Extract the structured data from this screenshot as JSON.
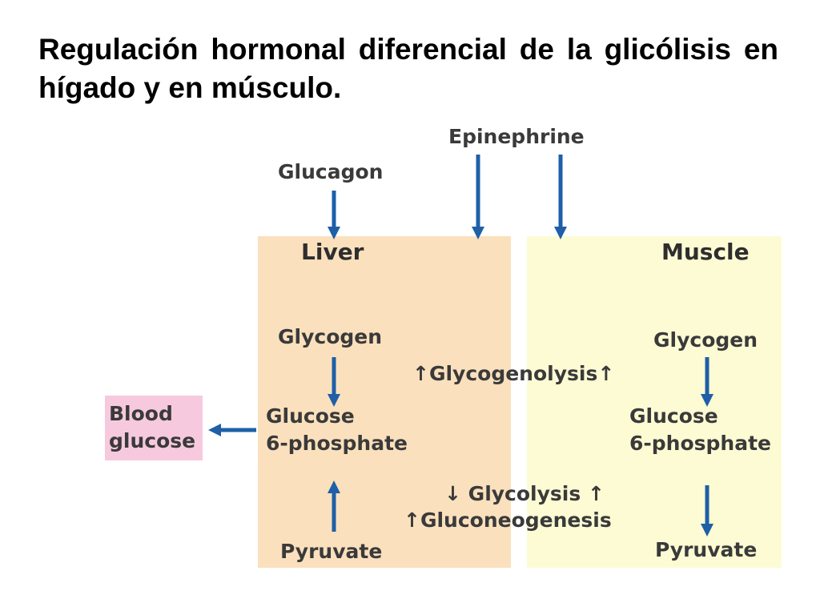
{
  "title": "Regulación hormonal diferencial de la glicólisis en hígado y en músculo.",
  "diagram": {
    "hormones": {
      "epinephrine": "Epinephrine",
      "glucagon": "Glucagon"
    },
    "liver": {
      "heading": "Liver",
      "glycogen": "Glycogen",
      "glucose6p_line1": "Glucose",
      "glucose6p_line2": "6-phosphate",
      "pyruvate": "Pyruvate"
    },
    "muscle": {
      "heading": "Muscle",
      "glycogen": "Glycogen",
      "glucose6p_line1": "Glucose",
      "glucose6p_line2": "6-phosphate",
      "pyruvate": "Pyruvate"
    },
    "blood_glucose": {
      "line1": "Blood",
      "line2": "glucose"
    },
    "processes": {
      "glycogenolysis": {
        "label": "Glycogenolysis",
        "liver_symbol": "↑",
        "muscle_symbol": "↑"
      },
      "glycolysis": {
        "label": "Glycolysis",
        "liver_symbol": "↓",
        "muscle_symbol": "↑"
      },
      "gluconeogenesis": {
        "label": "Gluconeogenesis",
        "liver_symbol": "↑"
      }
    },
    "colors": {
      "arrow": "#1e5fa8",
      "liver_panel": "#fbe0bd",
      "muscle_panel": "#fdfbd3",
      "blood_box": "#f6c9de",
      "text": "#3a3a3a"
    }
  }
}
